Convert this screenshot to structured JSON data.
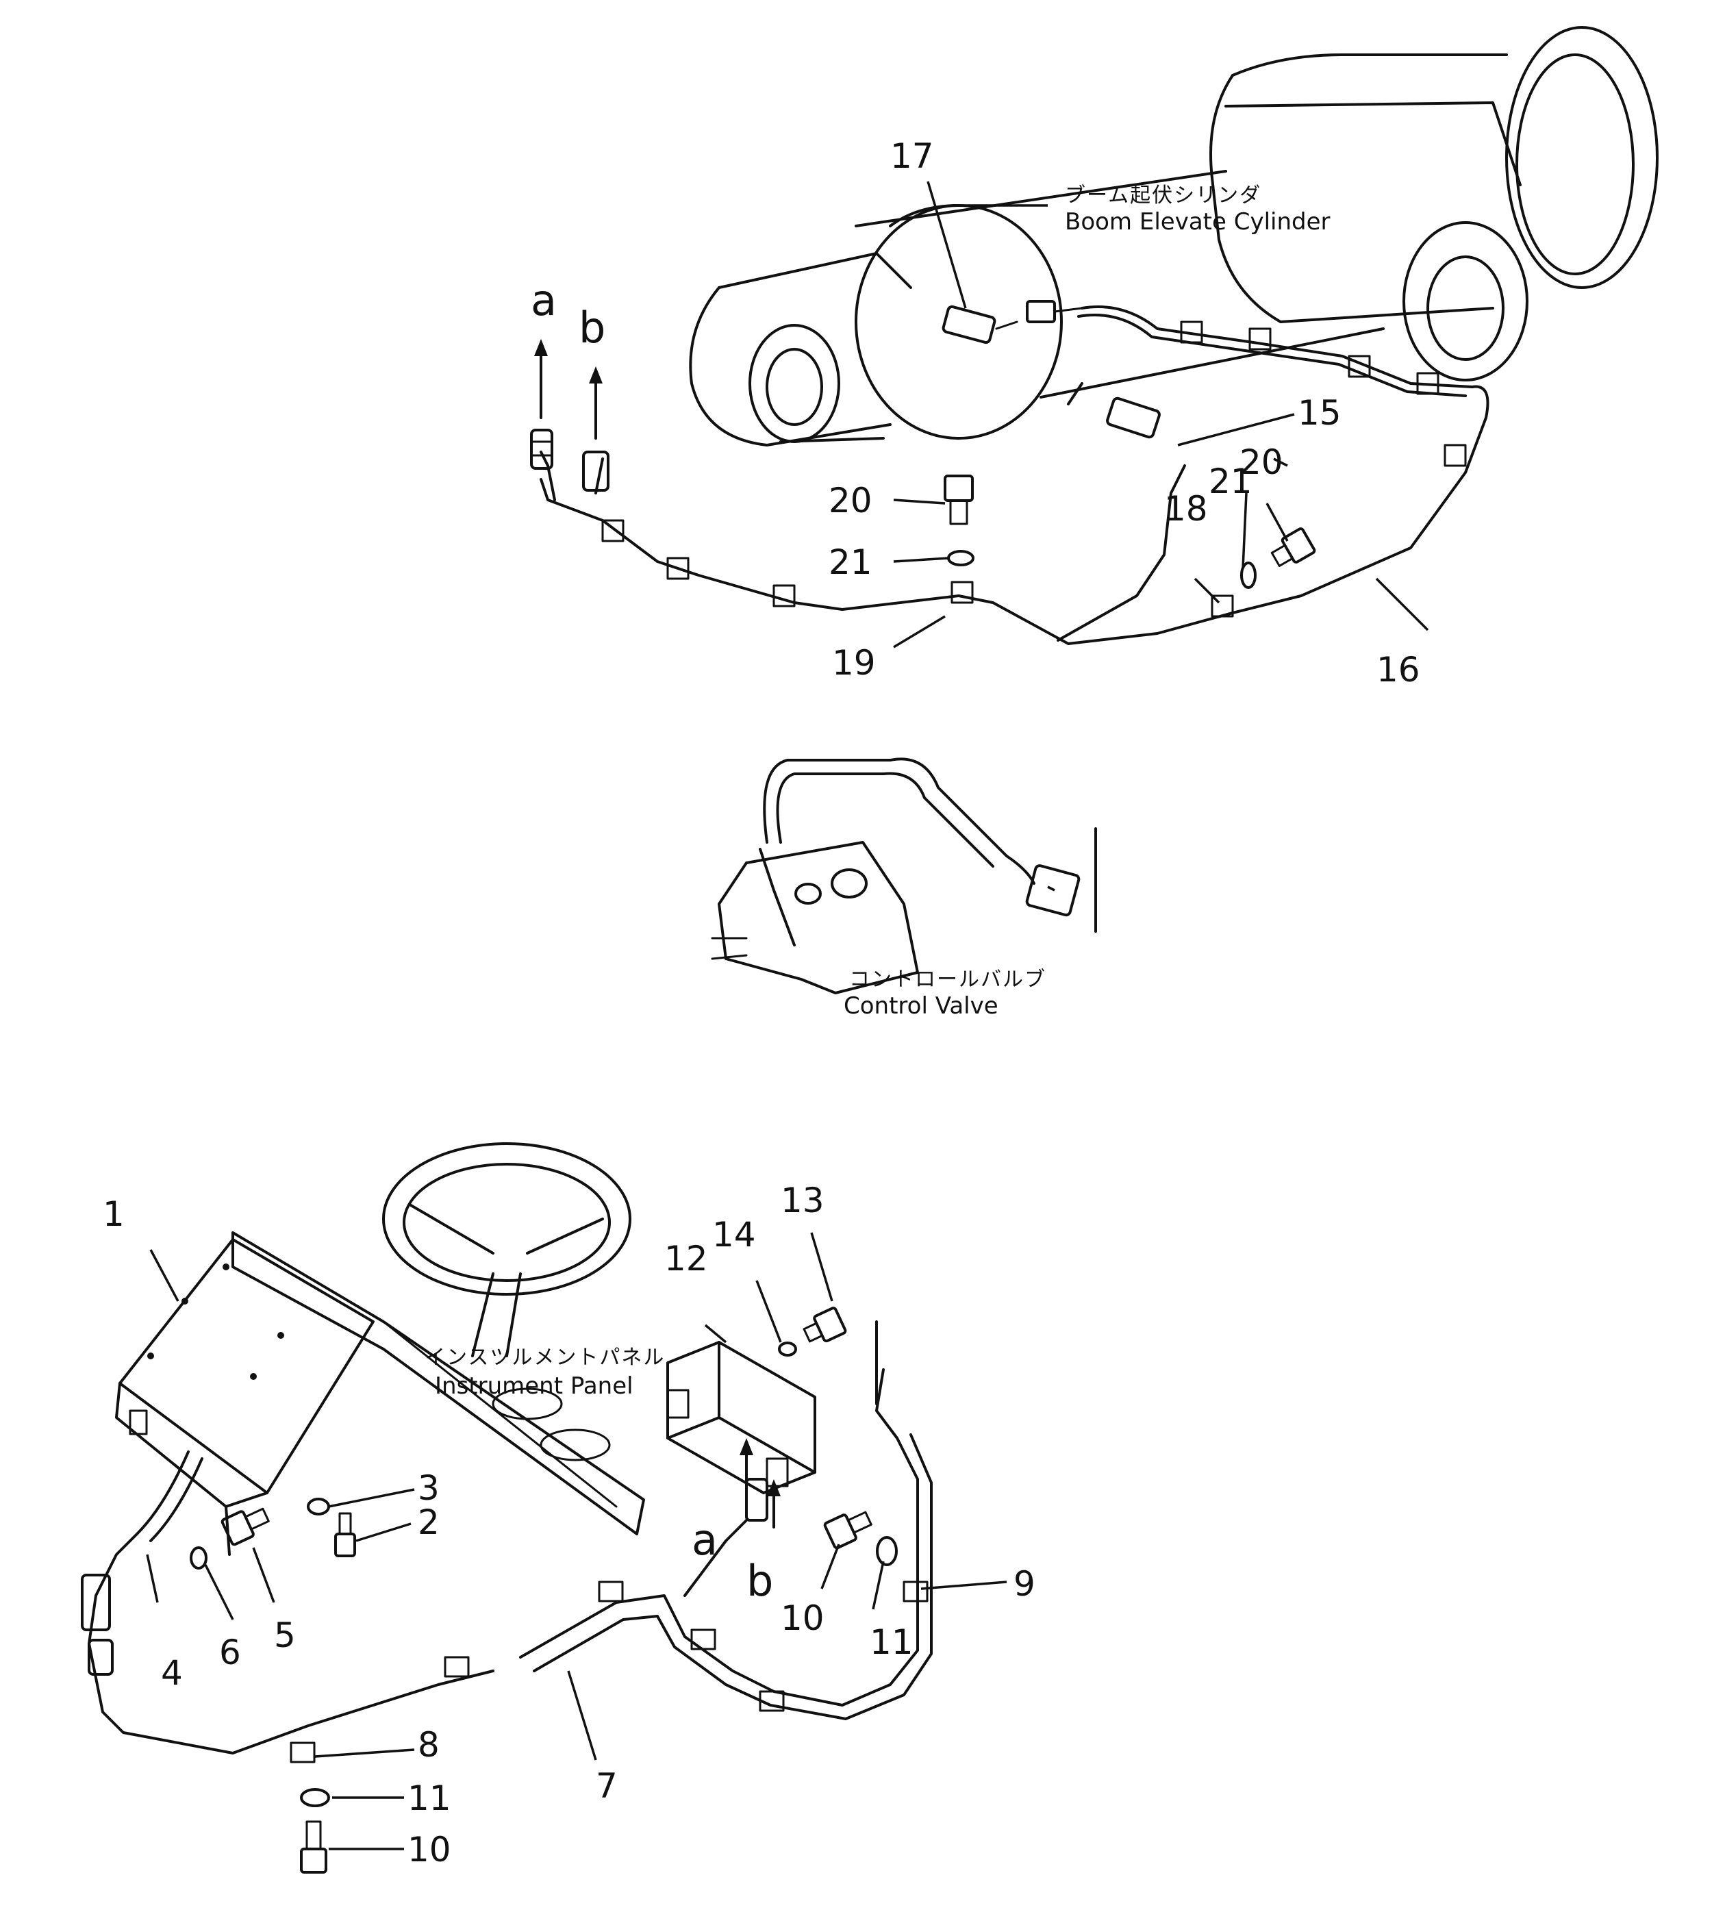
{
  "captions": {
    "cylinder": {
      "jp": "ブーム起伏シリンダ",
      "en": "Boom  Elevate  Cylinder"
    },
    "valve": {
      "jp": "コントロールバルブ",
      "en": "Control  Valve"
    },
    "panel": {
      "jp": "インスツルメントパネル",
      "en": "Instrument  Panel"
    }
  },
  "connector_letters": {
    "a": "a",
    "b": "b"
  },
  "callouts": {
    "n1": "1",
    "n2": "2",
    "n3": "3",
    "n4": "4",
    "n5": "5",
    "n6": "6",
    "n7": "7",
    "n8": "8",
    "n9": "9",
    "n10a": "10",
    "n10b": "10",
    "n11a": "11",
    "n11b": "11",
    "n12": "12",
    "n13": "13",
    "n14": "14",
    "n15": "15",
    "n16": "16",
    "n17": "17",
    "n18": "18",
    "n19": "19",
    "n20a": "20",
    "n20b": "20",
    "n21a": "21",
    "n21b": "21"
  },
  "icons": {
    "hose": "hose-icon",
    "bolt": "bolt-icon",
    "washer": "washer-icon",
    "clamp": "clamp-icon",
    "sensor": "sensor-icon",
    "harness": "wire-harness-icon"
  }
}
